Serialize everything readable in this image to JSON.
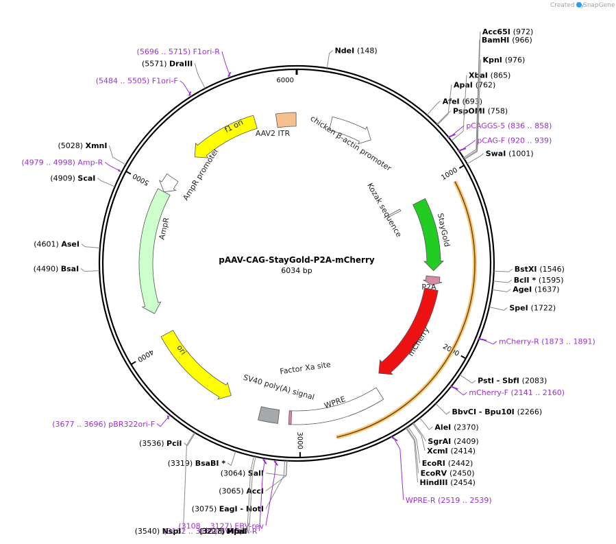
{
  "credit": {
    "prefix": "Created by",
    "brand": "SnapGene"
  },
  "plasmid": {
    "name": "pAAV-CAG-StayGold-P2A-mCherry",
    "size_label": "6034 bp",
    "length": 6034
  },
  "ticks": [
    {
      "pos": 0,
      "label": "6000"
    },
    {
      "pos": 1000,
      "label": "1000"
    },
    {
      "pos": 2000,
      "label": "2000"
    },
    {
      "pos": 3000,
      "label": "3000"
    },
    {
      "pos": 4000,
      "label": "4000"
    },
    {
      "pos": 5000,
      "label": "5000"
    }
  ],
  "features": [
    {
      "name": "AAV2 ITR",
      "start": 5900,
      "end": 6030,
      "color": "#f5bf8e",
      "dir": "none"
    },
    {
      "name": "chicken β-actin promoter",
      "start": 230,
      "end": 520,
      "color": "#ffffff",
      "dir": "cw"
    },
    {
      "name": "Kozak sequence",
      "start": 1045,
      "end": 1060,
      "color": "#ffffff",
      "dir": "none"
    },
    {
      "name": "StayGold",
      "start": 1060,
      "end": 1560,
      "color": "#22cc22",
      "dir": "cw"
    },
    {
      "name": "P2A",
      "start": 1600,
      "end": 1660,
      "color": "#d78aa6",
      "dir": "cw"
    },
    {
      "name": "mCherry",
      "start": 1690,
      "end": 2400,
      "color": "#ee1111",
      "dir": "cw"
    },
    {
      "name": "WPRE",
      "start": 2470,
      "end": 3060,
      "color": "#ffffff",
      "dir": "none"
    },
    {
      "name": "Factor Xa site",
      "start": 3050,
      "end": 3065,
      "color": "#d78aa6",
      "dir": "none"
    },
    {
      "name": "SV40 poly(A) signal",
      "start": 3130,
      "end": 3250,
      "color": "#a3a9ad",
      "dir": "none"
    },
    {
      "name": "ori",
      "start": 3460,
      "end": 4050,
      "color": "#ffff00",
      "dir": "ccw"
    },
    {
      "name": "AmpR",
      "start": 4200,
      "end": 5000,
      "color": "#ccffcc",
      "dir": "ccw"
    },
    {
      "name": "AmpR promoter",
      "start": 5000,
      "end": 5105,
      "color": "#ffffff",
      "dir": "ccw"
    },
    {
      "name": "f1 ori",
      "start": 5300,
      "end": 5760,
      "color": "#ffff00",
      "dir": "ccw"
    }
  ],
  "sites": [
    {
      "text": "NdeI",
      "pos": "(148)",
      "type": "enzyme",
      "at": 148
    },
    {
      "text": "AfeI",
      "pos": "(693)",
      "type": "enzyme",
      "at": 693
    },
    {
      "text": "PspOMI",
      "pos": "(758)",
      "type": "enzyme",
      "at": 758
    },
    {
      "text": "ApaI",
      "pos": "(762)",
      "type": "enzyme",
      "at": 762
    },
    {
      "text": "pCAGGS-5",
      "pos": "(836 .. 858)",
      "type": "primer",
      "at": 847
    },
    {
      "text": "XbaI",
      "pos": "(865)",
      "type": "enzyme",
      "at": 865
    },
    {
      "text": "pCAG-F",
      "pos": "(920 .. 939)",
      "type": "primer",
      "at": 930
    },
    {
      "text": "BamHI",
      "pos": "(966)",
      "type": "enzyme",
      "at": 966
    },
    {
      "text": "Acc65I",
      "pos": "(972)",
      "type": "enzyme",
      "at": 972
    },
    {
      "text": "KpnI",
      "pos": "(976)",
      "type": "enzyme",
      "at": 976
    },
    {
      "text": "SwaI",
      "pos": "(1001)",
      "type": "enzyme",
      "at": 1001
    },
    {
      "text": "BstXI",
      "pos": "(1546)",
      "type": "enzyme",
      "at": 1546
    },
    {
      "text": "BclI *",
      "pos": "(1595)",
      "type": "enzyme",
      "at": 1595
    },
    {
      "text": "AgeI",
      "pos": "(1637)",
      "type": "enzyme",
      "at": 1637
    },
    {
      "text": "SpeI",
      "pos": "(1722)",
      "type": "enzyme",
      "at": 1722
    },
    {
      "text": "mCherry-R",
      "pos": "(1873 .. 1891)",
      "type": "primer",
      "at": 1882
    },
    {
      "text": "PstI  - SbfI",
      "pos": "(2083)",
      "type": "enzyme",
      "at": 2083
    },
    {
      "text": "mCherry-F",
      "pos": "(2141 .. 2160)",
      "type": "primer",
      "at": 2150
    },
    {
      "text": "BbvCI  - Bpu10I",
      "pos": "(2266)",
      "type": "enzyme",
      "at": 2266
    },
    {
      "text": "AleI",
      "pos": "(2370)",
      "type": "enzyme",
      "at": 2370
    },
    {
      "text": "SgrAI",
      "pos": "(2409)",
      "type": "enzyme",
      "at": 2409
    },
    {
      "text": "XcmI",
      "pos": "(2414)",
      "type": "enzyme",
      "at": 2414
    },
    {
      "text": "EcoRI",
      "pos": "(2442)",
      "type": "enzyme",
      "at": 2442
    },
    {
      "text": "EcoRV",
      "pos": "(2450)",
      "type": "enzyme",
      "at": 2450
    },
    {
      "text": "HindIII",
      "pos": "(2454)",
      "type": "enzyme",
      "at": 2454
    },
    {
      "text": "WPRE-R",
      "pos": "(2519 .. 2539)",
      "type": "primer",
      "at": 2529
    },
    {
      "text": "SalI",
      "pos": "(3064)",
      "type": "enzyme",
      "at": 3064
    },
    {
      "text": "AccI",
      "pos": "(3065)",
      "type": "enzyme",
      "at": 3065
    },
    {
      "text": "EagI  - NotI",
      "pos": "(3075)",
      "type": "enzyme",
      "at": 3075
    },
    {
      "text": "EBV-rev",
      "pos": "(3108 .. 3127)",
      "type": "primer",
      "at": 3117
    },
    {
      "text": "SV40pA-R",
      "pos": "(3162 .. 3181)",
      "type": "primer",
      "at": 3171
    },
    {
      "text": "HpaI",
      "pos": "(3218)",
      "type": "enzyme",
      "at": 3218
    },
    {
      "text": "MfeI",
      "pos": "(3227)",
      "type": "enzyme",
      "at": 3227
    },
    {
      "text": "BsaBI *",
      "pos": "(3319)",
      "type": "enzyme",
      "at": 3319
    },
    {
      "text": "PciI",
      "pos": "(3536)",
      "type": "enzyme",
      "at": 3536
    },
    {
      "text": "NspI",
      "pos": "(3540)",
      "type": "enzyme",
      "at": 3540
    },
    {
      "text": "pBR322ori-F",
      "pos": "(3677 .. 3696)",
      "type": "primer",
      "at": 3686
    },
    {
      "text": "BsaI",
      "pos": "(4490)",
      "type": "enzyme",
      "at": 4490
    },
    {
      "text": "AseI",
      "pos": "(4601)",
      "type": "enzyme",
      "at": 4601
    },
    {
      "text": "ScaI",
      "pos": "(4909)",
      "type": "enzyme",
      "at": 4909
    },
    {
      "text": "Amp-R",
      "pos": "(4979 .. 4998)",
      "type": "primer",
      "at": 4988
    },
    {
      "text": "XmnI",
      "pos": "(5028)",
      "type": "enzyme",
      "at": 5028
    },
    {
      "text": "F1ori-F",
      "pos": "(5484 .. 5505)",
      "type": "primer",
      "at": 5494
    },
    {
      "text": "DraIII",
      "pos": "(5571)",
      "type": "enzyme",
      "at": 5571
    },
    {
      "text": "F1ori-R",
      "pos": "(5696 .. 5715)",
      "type": "primer",
      "at": 5705
    }
  ]
}
